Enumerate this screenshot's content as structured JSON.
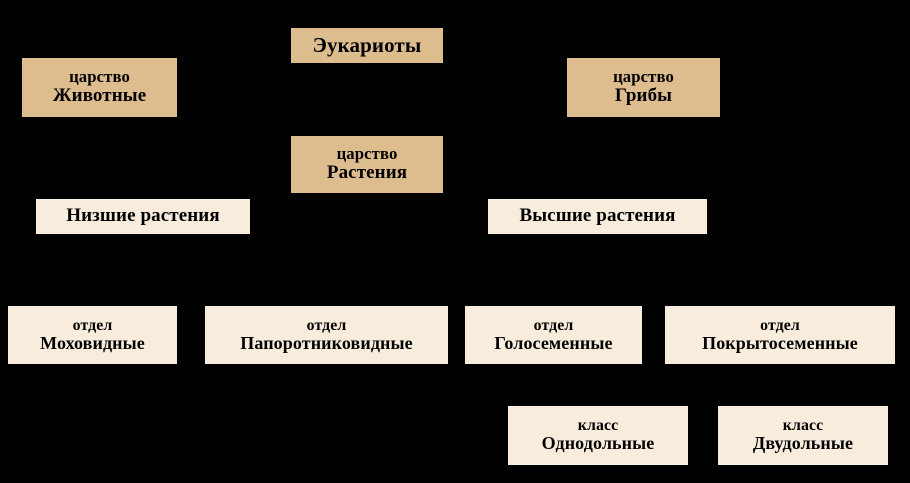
{
  "diagram": {
    "title": "Эукариоты",
    "background_color": "#000000",
    "kingdom_box_color": "#ddbc8e",
    "taxon_box_color": "#f8ecdc",
    "text_color": "#000000",
    "nodes": [
      {
        "id": "eukaryotes",
        "line1": "Эукариоты",
        "line2": "",
        "style": "tan",
        "level": "domain"
      },
      {
        "id": "kingdom-animals",
        "line1": "царство",
        "line2": "Животные",
        "style": "tan",
        "level": "kingdom"
      },
      {
        "id": "kingdom-fungi",
        "line1": "царство",
        "line2": "Грибы",
        "style": "tan",
        "level": "kingdom"
      },
      {
        "id": "kingdom-plants",
        "line1": "царство",
        "line2": "Растения",
        "style": "tan",
        "level": "kingdom"
      },
      {
        "id": "lower-plants",
        "line1": "Низшие растения",
        "line2": "",
        "style": "cream",
        "level": "group"
      },
      {
        "id": "higher-plants",
        "line1": "Высшие растения",
        "line2": "",
        "style": "cream",
        "level": "group"
      },
      {
        "id": "division-bryophyta",
        "line1": "отдел",
        "line2": "Моховидные",
        "style": "cream",
        "level": "division"
      },
      {
        "id": "division-pteridophyta",
        "line1": "отдел",
        "line2": "Папоротниковидные",
        "style": "cream",
        "level": "division"
      },
      {
        "id": "division-gymnosperms",
        "line1": "отдел",
        "line2": "Голосеменные",
        "style": "cream",
        "level": "division"
      },
      {
        "id": "division-angiosperms",
        "line1": "отдел",
        "line2": "Покрытосеменные",
        "style": "cream",
        "level": "division"
      },
      {
        "id": "class-monocots",
        "line1": "класс",
        "line2": "Однодольные",
        "style": "cream",
        "level": "class"
      },
      {
        "id": "class-dicots",
        "line1": "класс",
        "line2": "Двудольные",
        "style": "cream",
        "level": "class"
      }
    ]
  }
}
